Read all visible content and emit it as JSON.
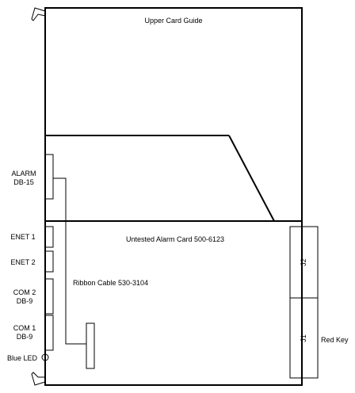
{
  "diagram": {
    "upper_card_guide": "Upper Card Guide",
    "alarm_card": "Untested Alarm Card 500-6123",
    "ribbon_cable": "Ribbon  Cable  530-3104",
    "alarm_connector": {
      "line1": "ALARM",
      "line2": "DB-15"
    },
    "enet1": "ENET  1",
    "enet2": "ENET  2",
    "com2": {
      "line1": "COM 2",
      "line2": "DB-9"
    },
    "com1": {
      "line1": "COM 1",
      "line2": "DB-9"
    },
    "blue_led": "Blue  LED",
    "j2": "J2",
    "j1": "J1",
    "red_key": "Red Key",
    "colors": {
      "line": "#000000",
      "background": "#ffffff"
    }
  }
}
